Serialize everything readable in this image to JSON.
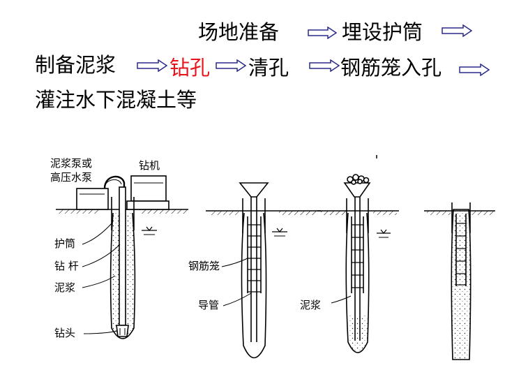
{
  "flow": {
    "site_prep": "场地准备",
    "bury_casing": "埋设护筒",
    "make_mud": "制备泥浆",
    "drill": "钻孔",
    "clean_hole": "清孔",
    "cage_insert": "钢筋笼入孔",
    "pour": "灌注水下混凝土等"
  },
  "labels": {
    "mud_pump": "泥浆泵或",
    "high_pressure_pump": "高压水泵",
    "drill_rig": "钻机",
    "casing": "护筒",
    "drill_rod": "钻 杆",
    "mud_1": "泥浆",
    "drill_bit": "钻头",
    "rebar_cage": "钢筋笼",
    "tremie": "导管",
    "mud_2": "泥浆"
  },
  "colors": {
    "accent_red": "#e8141b",
    "arrow_outline": "#2a2a8a"
  }
}
